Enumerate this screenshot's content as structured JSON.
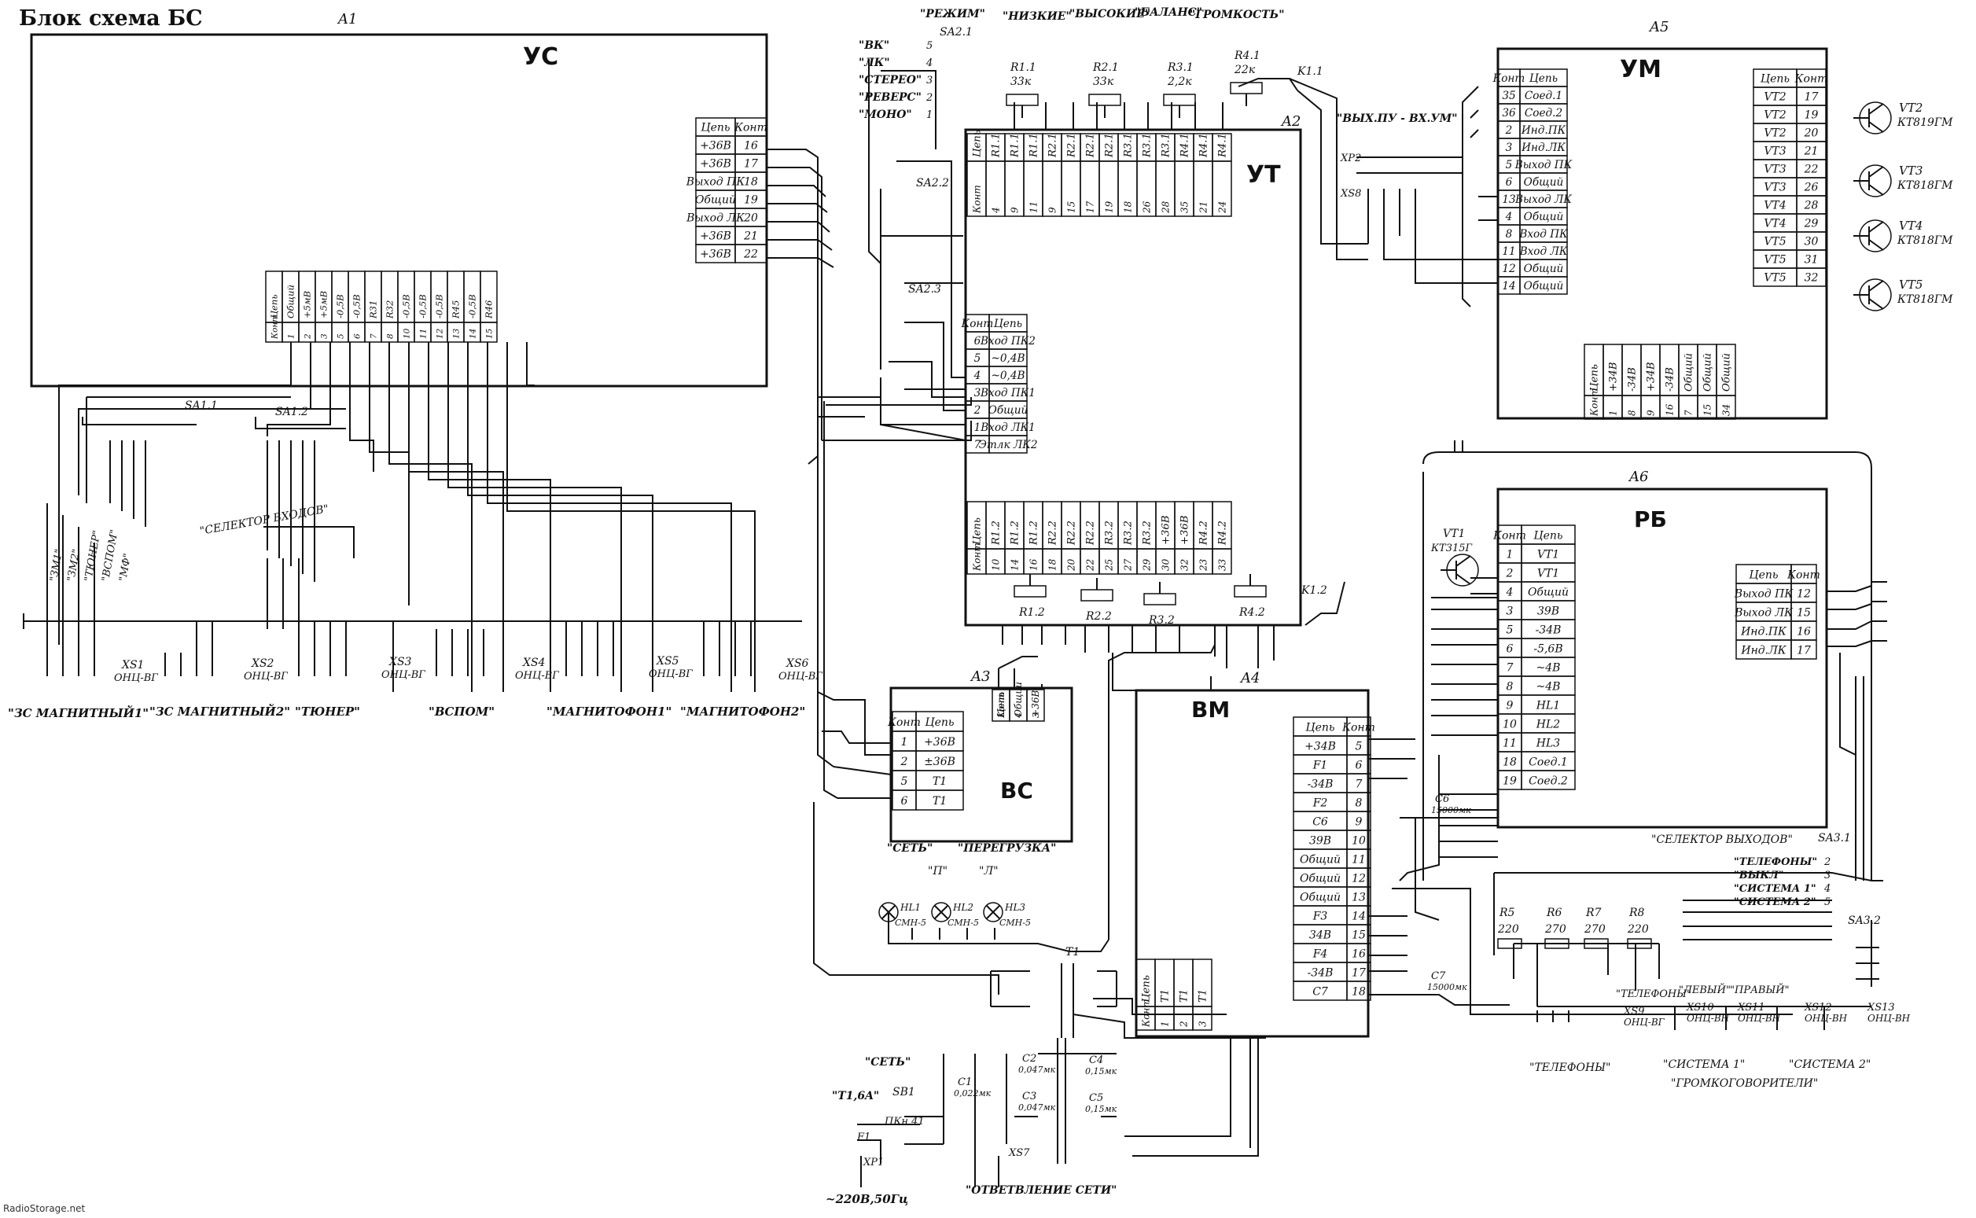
{
  "title": "Блок схема БС",
  "watermark": "RadioStorage.net",
  "blocks": [
    {
      "id": "A1",
      "name": "УС"
    },
    {
      "id": "A2",
      "name": "УТ"
    },
    {
      "id": "A3",
      "name": "ВС"
    },
    {
      "id": "A4",
      "name": "ВМ"
    },
    {
      "id": "A5",
      "name": "УМ"
    },
    {
      "id": "A6",
      "name": "РБ"
    }
  ],
  "a1_right_pins": {
    "headers": [
      "Цепь",
      "Конт"
    ],
    "rows": [
      [
        "+36В",
        "16"
      ],
      [
        "+36В",
        "17"
      ],
      [
        "Выход ПК",
        "18"
      ],
      [
        "Общий",
        "19"
      ],
      [
        "Выход ЛК",
        "20"
      ],
      [
        "+36В",
        "21"
      ],
      [
        "+36В",
        "22"
      ]
    ]
  },
  "a1_bottom_pins": {
    "header": [
      "Цепь",
      "Конт"
    ],
    "cols": [
      [
        "Общий",
        "1"
      ],
      [
        "+5мВ",
        "2"
      ],
      [
        "+5мВ",
        "3"
      ],
      [
        "-0,5В",
        "5"
      ],
      [
        "-0,5В",
        "6"
      ],
      [
        "R31",
        "7"
      ],
      [
        "R32",
        "8"
      ],
      [
        "-0,5В",
        "10"
      ],
      [
        "-0,5В",
        "11"
      ],
      [
        "-0,5В",
        "12"
      ],
      [
        "R45",
        "13"
      ],
      [
        "-0,5В",
        "14"
      ],
      [
        "R46",
        "15"
      ]
    ]
  },
  "a2_left_pins": {
    "headers": [
      "Конт",
      "Цепь"
    ],
    "rows": [
      [
        "6",
        "Вход ПК2"
      ],
      [
        "5",
        "~0,4В"
      ],
      [
        "4",
        "~0,4В"
      ],
      [
        "3",
        "Вход ПК1"
      ],
      [
        "2",
        "Общий"
      ],
      [
        "1",
        "Вход ЛК1"
      ],
      [
        "7",
        "Этлк ЛК2"
      ]
    ]
  },
  "a2_top_pins": {
    "cols": [
      [
        "Цепь",
        "Конт"
      ],
      [
        "R1.1",
        "4"
      ],
      [
        "R1.1",
        "9"
      ],
      [
        "R1.1",
        "11"
      ],
      [
        "R2.1",
        "9"
      ],
      [
        "R2.1",
        "15"
      ],
      [
        "R2.1",
        "17"
      ],
      [
        "R2.1",
        "19"
      ],
      [
        "R3.1",
        "18"
      ],
      [
        "R3.1",
        "26"
      ],
      [
        "R3.1",
        "28"
      ],
      [
        "R4.1",
        "35"
      ],
      [
        "R4.1",
        "21"
      ],
      [
        "R4.1",
        "24"
      ]
    ]
  },
  "a2_bottom_pins": {
    "cols": [
      [
        "Цепь",
        "Конт"
      ],
      [
        "R1.2",
        "10"
      ],
      [
        "R1.2",
        "14"
      ],
      [
        "R1.2",
        "16"
      ],
      [
        "R2.2",
        "18"
      ],
      [
        "R2.2",
        "20"
      ],
      [
        "R2.2",
        "22"
      ],
      [
        "R3.2",
        "25"
      ],
      [
        "R3.2",
        "27"
      ],
      [
        "R3.2",
        "29"
      ],
      [
        "+36В",
        "30"
      ],
      [
        "+36В",
        "32"
      ],
      [
        "R4.2",
        "23"
      ],
      [
        "R4.2",
        "33"
      ]
    ]
  },
  "a3_pins": {
    "headers": [
      "Конт",
      "Цепь"
    ],
    "rows": [
      [
        "1",
        "+36В"
      ],
      [
        "2",
        "±36В"
      ],
      [
        "5",
        "Т1"
      ],
      [
        "6",
        "Т1"
      ]
    ],
    "top": [
      [
        "Цепь",
        "Конт"
      ],
      [
        "Общий",
        "4"
      ],
      [
        "+36В",
        "3"
      ]
    ]
  },
  "a4_pins": {
    "headers": [
      "Цепь",
      "Конт"
    ],
    "rows": [
      [
        "+34В",
        "5"
      ],
      [
        "F1",
        "6"
      ],
      [
        "-34В",
        "7"
      ],
      [
        "F2",
        "8"
      ],
      [
        "C6",
        "9"
      ],
      [
        "39В",
        "10"
      ],
      [
        "Общий",
        "11"
      ],
      [
        "Общий",
        "12"
      ],
      [
        "Общий",
        "13"
      ],
      [
        "F3",
        "14"
      ],
      [
        "34В",
        "15"
      ],
      [
        "F4",
        "16"
      ],
      [
        "-34В",
        "17"
      ],
      [
        "C7",
        "18"
      ]
    ],
    "bottom": [
      [
        "Цепь",
        "Конт"
      ],
      [
        "Т1",
        "1"
      ],
      [
        "Т1",
        "2"
      ],
      [
        "Т1",
        "3"
      ]
    ]
  },
  "a5_left_pins": {
    "headers": [
      "Конт",
      "Цепь"
    ],
    "rows": [
      [
        "35",
        "Соед.1"
      ],
      [
        "36",
        "Соед.2"
      ],
      [
        "2",
        "Инд.ПК"
      ],
      [
        "3",
        "Инд.ЛК"
      ],
      [
        "5",
        "Выход ПК"
      ],
      [
        "6",
        "Общий"
      ],
      [
        "13",
        "Выход ЛК"
      ],
      [
        "4",
        "Общий"
      ],
      [
        "8",
        "Вход ПК"
      ],
      [
        "11",
        "Вход ЛК"
      ],
      [
        "12",
        "Общий"
      ],
      [
        "14",
        "Общий"
      ]
    ]
  },
  "a5_right_pins": {
    "headers": [
      "Цепь",
      "Конт"
    ],
    "rows": [
      [
        "VT2",
        "17"
      ],
      [
        "VT2",
        "19"
      ],
      [
        "VT2",
        "20"
      ],
      [
        "VT3",
        "21"
      ],
      [
        "VT3",
        "22"
      ],
      [
        "VT3",
        "26"
      ],
      [
        "VT4",
        "28"
      ],
      [
        "VT4",
        "29"
      ],
      [
        "VT5",
        "30"
      ],
      [
        "VT5",
        "31"
      ],
      [
        "VT5",
        "32"
      ]
    ]
  },
  "a5_bottom_pins": {
    "cols": [
      [
        "Цепь",
        "Конт"
      ],
      [
        "+34В",
        "1"
      ],
      [
        "-34В",
        "8"
      ],
      [
        "+34В",
        "9"
      ],
      [
        "-34В",
        "16"
      ],
      [
        "Общий",
        "7"
      ],
      [
        "Общий",
        "15"
      ],
      [
        "Общий",
        "34"
      ]
    ]
  },
  "a6_left_pins": {
    "headers": [
      "Конт",
      "Цепь"
    ],
    "rows": [
      [
        "1",
        "VT1"
      ],
      [
        "2",
        "VT1"
      ],
      [
        "4",
        "Общий"
      ],
      [
        "3",
        "39В"
      ],
      [
        "5",
        "-34В"
      ],
      [
        "6",
        "-5,6В"
      ],
      [
        "7",
        "~4В"
      ],
      [
        "8",
        "~4В"
      ],
      [
        "9",
        "HL1"
      ],
      [
        "10",
        "HL2"
      ],
      [
        "11",
        "HL3"
      ],
      [
        "18",
        "Соед.1"
      ],
      [
        "19",
        "Соед.2"
      ]
    ]
  },
  "a6_right_pins": {
    "headers": [
      "Цепь",
      "Конт"
    ],
    "rows": [
      [
        "Выход ПК",
        "12"
      ],
      [
        "Выход ЛК",
        "15"
      ],
      [
        "Инд.ПК",
        "16"
      ],
      [
        "Инд.ЛК",
        "17"
      ]
    ]
  },
  "transistors": [
    {
      "ref": "VT1",
      "type": "КТ315Г"
    },
    {
      "ref": "VT2",
      "type": "КТ819ГМ"
    },
    {
      "ref": "VT3",
      "type": "КТ818ГМ"
    },
    {
      "ref": "VT4",
      "type": "КТ818ГМ"
    },
    {
      "ref": "VT5",
      "type": "КТ818ГМ"
    }
  ],
  "pots": [
    {
      "ref": "R1.1",
      "value": "33к"
    },
    {
      "ref": "R2.1",
      "value": "33к"
    },
    {
      "ref": "R3.1",
      "value": "2,2к"
    },
    {
      "ref": "R4.1",
      "value": "22к"
    },
    {
      "ref": "R1.2",
      "value": ""
    },
    {
      "ref": "R2.2",
      "value": ""
    },
    {
      "ref": "R3.2",
      "value": ""
    },
    {
      "ref": "R4.2",
      "value": ""
    }
  ],
  "top_labels": [
    "\"РЕЖИМ\"",
    "\"НИЗКИЕ\"",
    "\"ВЫСОКИЕ\"",
    "\"БАЛАНС\"",
    "\"ГРОМКОСТЬ\""
  ],
  "mode_switch": {
    "ref": "SA2.1",
    "items": [
      [
        "\"ВК\"",
        "5"
      ],
      [
        "\"ЛК\"",
        "4"
      ],
      [
        "\"СТЕРЕО\"",
        "3"
      ],
      [
        "\"РЕВЕРС\"",
        "2"
      ],
      [
        "\"МОНО\"",
        "1"
      ]
    ]
  },
  "switch_refs": [
    "SA2.2",
    "SA2.3",
    "SA1.1",
    "SA1.2",
    "K1.1",
    "K1.2",
    "SA3.1",
    "SA3.2",
    "SB1"
  ],
  "input_selector_label": "\"СЕЛЕКТОР ВХОДОВ\"",
  "input_selector_items": [
    "\"ЗМ1\"",
    "\"ЗМ2\"",
    "\"ТЮНЕР\"",
    "\"ВСПОМ\"",
    "\"МФ\""
  ],
  "connectors": [
    {
      "ref": "XS1",
      "type": "ОНЦ-ВГ",
      "label": "\"ЗС МАГНИТНЫЙ1\""
    },
    {
      "ref": "XS2",
      "type": "ОНЦ-ВГ",
      "label": "\"ЗС МАГНИТНЫЙ2\""
    },
    {
      "ref": "XS3",
      "type": "ОНЦ-ВГ",
      "label": "\"ТЮНЕР\""
    },
    {
      "ref": "XS4",
      "type": "ОНЦ-ВГ",
      "label": "\"ВСПОМ\""
    },
    {
      "ref": "XS5",
      "type": "ОНЦ-ВГ",
      "label": "\"МАГНИТОФОН1\""
    },
    {
      "ref": "XS6",
      "type": "ОНЦ-ВГ",
      "label": "\"МАГНИТОФОН2\""
    }
  ],
  "out_connectors": [
    {
      "ref": "XS9",
      "type": "ОНЦ-ВГ",
      "label": "\"ТЕЛЕФОНЫ\""
    },
    {
      "ref": "XS10",
      "type": "ОНЦ-ВН",
      "label": "\"ЛЕВЫЙ\""
    },
    {
      "ref": "XS11",
      "type": "ОНЦ-ВН",
      "label": "\"ПРАВЫЙ\""
    },
    {
      "ref": "XS12",
      "type": "ОНЦ-ВН",
      "label": ""
    },
    {
      "ref": "XS13",
      "type": "ОНЦ-ВН",
      "label": ""
    }
  ],
  "speaker_groups": [
    "\"СИСТЕМА 1\"",
    "\"СИСТЕМА 2\"",
    "\"ГРОМКОГОВОРИТЕЛИ\""
  ],
  "output_selector": {
    "label": "\"СЕЛЕКТОР ВЫХОДОВ\"",
    "items": [
      [
        "\"ТЕЛЕФОНЫ\"",
        "2"
      ],
      [
        "\"ВЫКЛ\"",
        "3"
      ],
      [
        "\"СИСТЕМА 1\"",
        "4"
      ],
      [
        "\"СИСТЕМА 2\"",
        "5"
      ]
    ]
  },
  "resistors": [
    {
      "ref": "R5",
      "value": "220"
    },
    {
      "ref": "R6",
      "value": "270"
    },
    {
      "ref": "R7",
      "value": "270"
    },
    {
      "ref": "R8",
      "value": "220"
    }
  ],
  "capacitors": [
    {
      "ref": "C1",
      "value": "0,022мк"
    },
    {
      "ref": "C2",
      "value": "0,047мк"
    },
    {
      "ref": "C3",
      "value": "0,047мк"
    },
    {
      "ref": "C4",
      "value": "0,15мк"
    },
    {
      "ref": "C5",
      "value": "0,15мк"
    },
    {
      "ref": "C6",
      "value": "15000мк"
    },
    {
      "ref": "C7",
      "value": "15000мк"
    }
  ],
  "lamps": {
    "labels": [
      "\"СЕТЬ\"",
      "\"ПЕРЕГРУЗКА\"",
      "\"П\"",
      "\"Л\""
    ],
    "items": [
      {
        "ref": "HL1",
        "type": "СМН-5"
      },
      {
        "ref": "HL2",
        "type": "СМН-5"
      },
      {
        "ref": "HL3",
        "type": "СМН-5"
      }
    ]
  },
  "power": {
    "transformer": "T1",
    "fuse": "F1",
    "fuse_label": "\"T1,6A\"",
    "switch_label": "\"СЕТЬ\"",
    "switch_type": "ПКн 41",
    "plug": "XP1",
    "mains": "~220В,50Гц",
    "tap_conn": "XS7",
    "tap_label": "\"ОТВЕТВЛЕНИЕ СЕТИ\""
  },
  "jumpers": {
    "labels": [
      "XP2",
      "XS8"
    ],
    "caption": "\"ВЫХ.ПУ - ВХ.УМ\""
  }
}
